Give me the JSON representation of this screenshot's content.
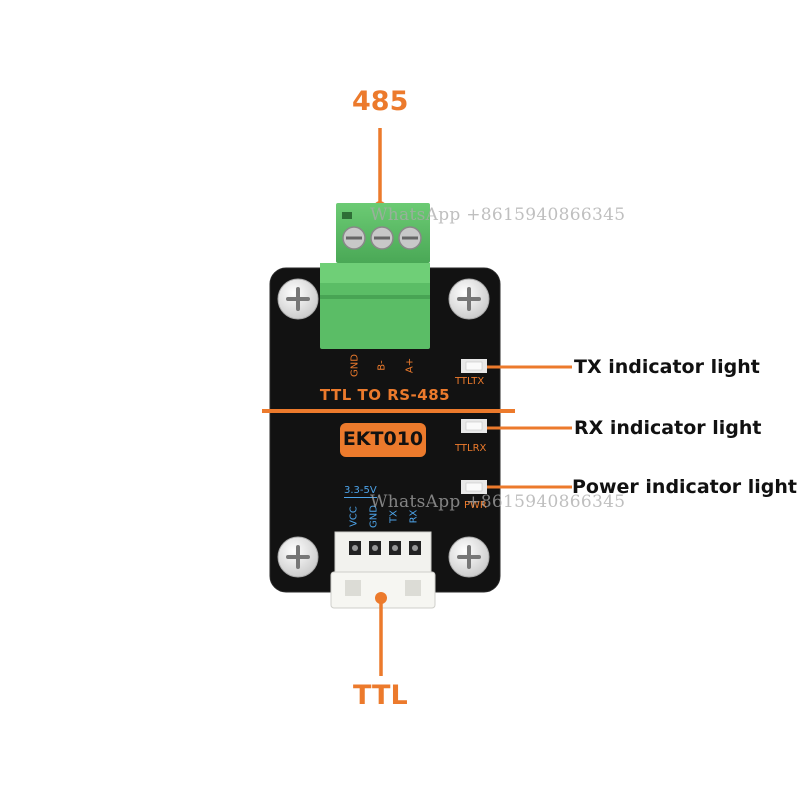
{
  "labels": {
    "top": "485",
    "bottom": "TTL"
  },
  "board": {
    "title": "TTL TO RS-485",
    "model": "EKT010",
    "terminal_pins": [
      "GND",
      "B-",
      "A+"
    ],
    "voltage": "3.3-5V",
    "ttl_pins": [
      "VCC",
      "GND",
      "TX",
      "RX"
    ],
    "led_labels": [
      "TTLTX",
      "TTLRX",
      "PWR"
    ]
  },
  "callouts": [
    "TX indicator light",
    "RX indicator light",
    "Power indicator light"
  ],
  "watermark": "WhatsApp  +8615940866345",
  "colors": {
    "accent": "#ec7a2c",
    "board": "#111111",
    "terminal": "#5fbf6a",
    "connector": "#f2f2ee"
  }
}
